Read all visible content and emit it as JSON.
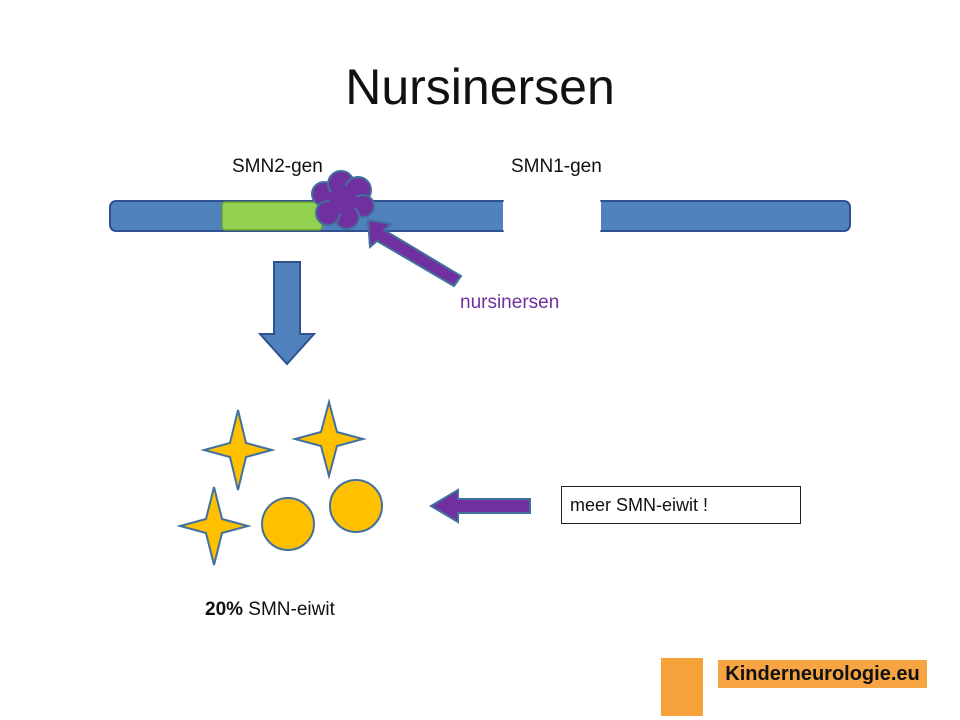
{
  "slide": {
    "title": "Nursinersen",
    "gene_labels": {
      "smn2": "SMN2-gen",
      "smn1": "SMN1-gen"
    },
    "drug_label": "nursinersen",
    "caption": {
      "percent": "20%",
      "text": " SMN-eiwit"
    },
    "callout": "meer SMN-eiwit !"
  },
  "logo": {
    "text": "Kinderneurologie.eu"
  },
  "colors": {
    "dna_bar": "#4f81bd",
    "smn2_segment": "#92d050",
    "drug": "#7030a0",
    "protein": "#ffc000",
    "protein_outline": "#41719c",
    "logo_bg": "#f7a443"
  },
  "icons": [
    "ribbon-dna-bar",
    "molecule-blob",
    "down-arrow",
    "left-arrow",
    "four-point-star",
    "circle"
  ]
}
